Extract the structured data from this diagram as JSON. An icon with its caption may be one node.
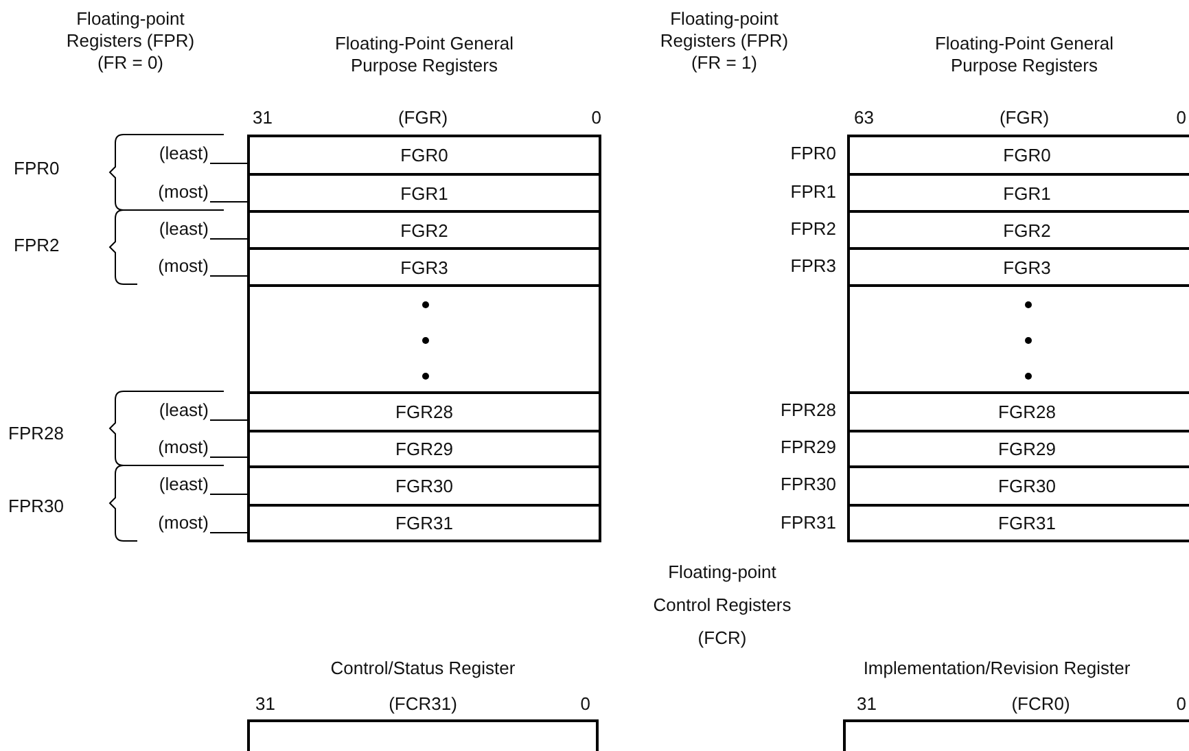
{
  "diagram": {
    "nodes": [
      {
        "text": [
          "FGR0"
        ]
      },
      {
        "text": [
          "FGR1"
        ]
      },
      {
        "text": [
          "FGR2"
        ]
      },
      {
        "text": [
          "FGR3"
        ]
      },
      {
        "text": [],
        "shape": "box"
      },
      {
        "text": [
          "FGR28"
        ]
      },
      {
        "text": [
          "FGR29"
        ]
      },
      {
        "text": [
          "FGR30"
        ]
      },
      {
        "text": [
          "FGR31"
        ]
      },
      {
        "text": [
          "FGR0"
        ],
        "beside": [
          "FPR0"
        ]
      },
      {
        "text": [
          "FGR1"
        ],
        "beside": [
          "FPR1"
        ]
      },
      {
        "text": [
          "FGR2"
        ],
        "beside": [
          "FPR2"
        ]
      },
      {
        "text": [
          "FGR3"
        ],
        "beside": [
          "FPR3"
        ]
      },
      {
        "text": [],
        "shape": "box"
      },
      {
        "text": [
          "FGR28"
        ],
        "beside": [
          "FPR28"
        ]
      },
      {
        "text": [
          "FGR29"
        ],
        "beside": [
          "FPR29"
        ]
      },
      {
        "text": [
          "FGR30"
        ],
        "beside": [
          "FPR30"
        ]
      },
      {
        "text": [
          "FGR31"
        ],
        "beside": [
          "FPR31"
        ]
      },
      {
        "text": [
          "(least)"
        ]
      },
      {
        "text": [
          "(most)"
        ]
      },
      {
        "text": [
          "(least)"
        ]
      },
      {
        "text": [
          "(most)"
        ]
      },
      {
        "text": [
          "(least)"
        ]
      },
      {
        "text": [
          "(most)"
        ]
      },
      {
        "text": [
          "(least)"
        ]
      },
      {
        "text": [
          "(most)"
        ]
      },
      {
        "text": [],
        "shape": "box"
      },
      {
        "text": [],
        "shape": "box"
      }
    ],
    "edges": [
      {
        "from": 18,
        "to": 0,
        "arrow": "none"
      },
      {
        "from": 19,
        "to": 1,
        "arrow": "none"
      },
      {
        "from": 20,
        "to": 2,
        "arrow": "none"
      },
      {
        "from": 21,
        "to": 3,
        "arrow": "none"
      },
      {
        "from": 22,
        "to": 5,
        "arrow": "none"
      },
      {
        "from": 23,
        "to": 6,
        "arrow": "none"
      },
      {
        "from": 24,
        "to": 7,
        "arrow": "none"
      },
      {
        "from": 25,
        "to": 8,
        "arrow": "none"
      }
    ],
    "labels": [
      "Floating-point Registers (FPR) (FR = 0)",
      "Floating-Point General Purpose Registers",
      "Floating-point Registers (FPR) (FR = 1)",
      "Floating-Point General Purpose Registers",
      "31",
      "(FGR)",
      "0",
      "63",
      "(FGR)",
      "0",
      "FPR0",
      "FPR2",
      "FPR28",
      "FPR30",
      "Floating-point Control Registers (FCR)",
      "Control/Status Register",
      "Implementation/Revision Register",
      "31",
      "(FCR31)",
      "0",
      "31",
      "(FCR0)",
      "0"
    ]
  }
}
